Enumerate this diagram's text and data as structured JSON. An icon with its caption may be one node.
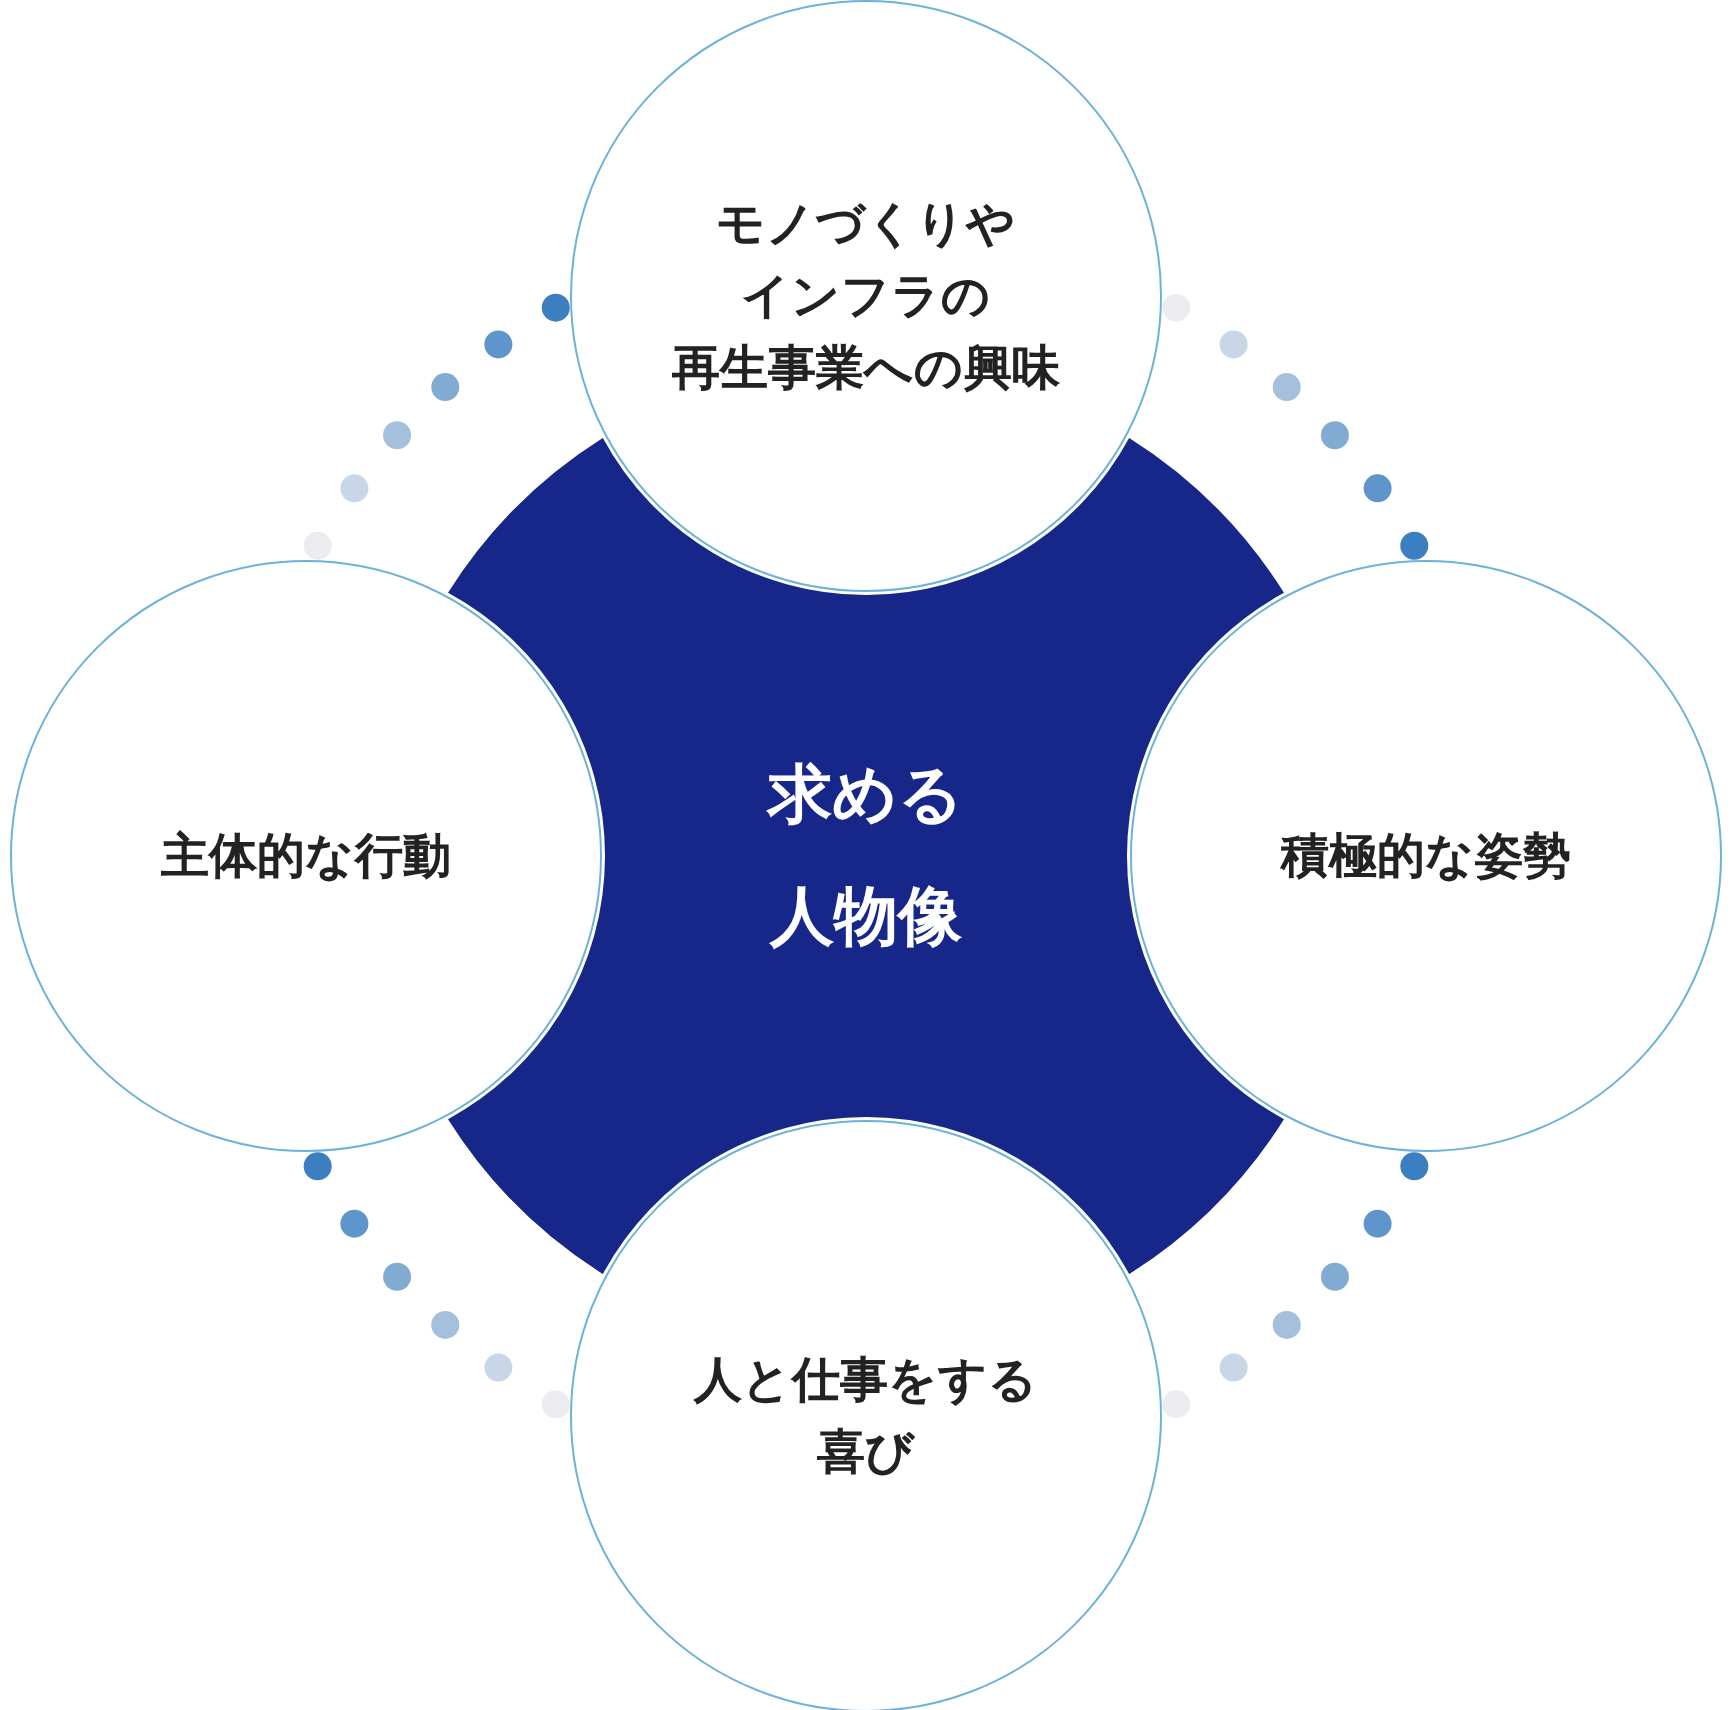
{
  "diagram": {
    "nodes": [
      {
        "text": [
          "求める人物像"
        ]
      },
      {
        "text": [
          "モノづくりやインフラの再生事業への興味"
        ]
      },
      {
        "text": [
          "主体的な行動"
        ]
      },
      {
        "text": [
          "積極的な姿勢"
        ]
      },
      {
        "text": [
          "人と仕事をする喜び"
        ]
      }
    ]
  }
}
